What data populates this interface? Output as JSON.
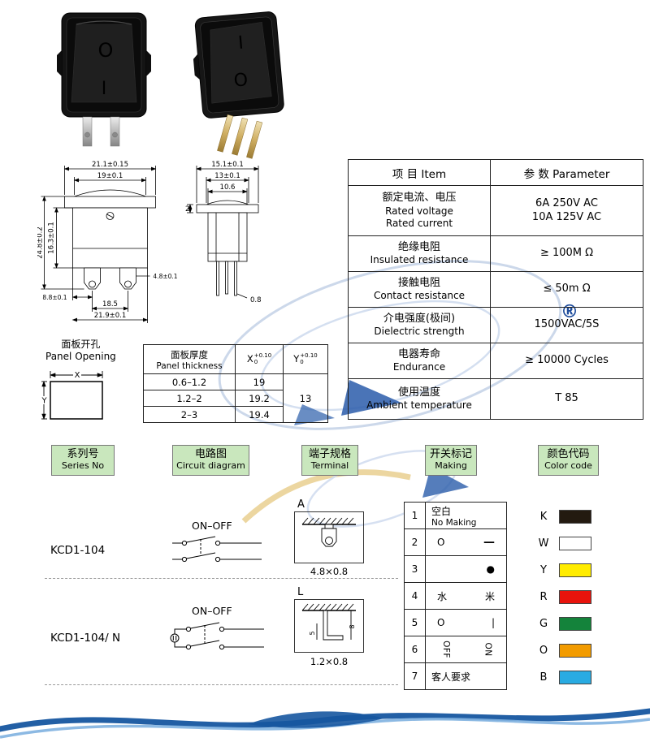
{
  "photos": {
    "switch1": {
      "top_mark": "O",
      "bottom_mark": "I"
    },
    "switch2": {
      "top_mark": "I",
      "bottom_mark": "O"
    }
  },
  "dims": {
    "front": {
      "w1": "21.1±0.15",
      "w2": "19±0.1",
      "h_inner": "16.3±0.1",
      "h_outer": "24.8±0.2",
      "tab": "4.8±0.1",
      "b1": "8.8±0.1",
      "b2": "18.5",
      "b3": "21.9±0.1"
    },
    "side": {
      "w1": "15.1±0.1",
      "w2": "13±0.1",
      "w3": "10.6",
      "t": "2",
      "pin": "0.8"
    }
  },
  "panel_opening": {
    "cn": "面板开孔",
    "en": "Panel Opening",
    "x_label": "X",
    "y_label": "Y"
  },
  "panel_table": {
    "header_cn": "面板厚度",
    "header_en": "Panel thickness",
    "x_label": "X",
    "y_label": "Y",
    "tol_sup": "+0.10",
    "tol_sub": "0",
    "rows": [
      {
        "t": "0.6–1.2",
        "x": "19"
      },
      {
        "t": "1.2–2",
        "x": "19.2"
      },
      {
        "t": "2–3",
        "x": "19.4"
      }
    ],
    "y_value": "13"
  },
  "spec_table": {
    "header_item": "项 目  Item",
    "header_param": "参 数  Parameter",
    "rows": [
      {
        "cn": "额定电流、电压",
        "en1": "Rated voltage",
        "en2": "Rated current",
        "p1": "6A   250V AC",
        "p2": "10A 125V AC"
      },
      {
        "cn": "绝缘电阻",
        "en1": "Insulated resistance",
        "p1": "≥ 100M Ω"
      },
      {
        "cn": "接触电阻",
        "en1": "Contact resistance",
        "p1": "≤ 50m Ω"
      },
      {
        "cn": "介电强度(极间)",
        "en1": "Dielectric strength",
        "p1": "1500VAC/5S"
      },
      {
        "cn": "电器寿命",
        "en1": "Endurance",
        "p1": "≥ 10000 Cycles"
      },
      {
        "cn": "使用温度",
        "en1": "Ambient temperature",
        "p1": "T 85"
      }
    ]
  },
  "registered_mark": "®",
  "section_headers": [
    {
      "cn": "系列号",
      "en": "Series No"
    },
    {
      "cn": "电路图",
      "en": "Circuit diagram"
    },
    {
      "cn": "端子规格",
      "en": "Terminal"
    },
    {
      "cn": "开关标记",
      "en": "Making"
    },
    {
      "cn": "颜色代码",
      "en": "Color code"
    }
  ],
  "series": [
    {
      "name": "KCD1-104",
      "circuit": "ON–OFF"
    },
    {
      "name": "KCD1-104/ N",
      "circuit": "ON–OFF"
    }
  ],
  "terminal": {
    "a_label": "A",
    "a_dim": "4.8×0.8",
    "l_label": "L",
    "l_dim": "1.2×0.8",
    "l_d1": "5",
    "l_d2": "8"
  },
  "making": {
    "rows": [
      {
        "no": "1",
        "main": "空白",
        "sub": "No Making"
      },
      {
        "no": "2",
        "left": "O",
        "right": "—"
      },
      {
        "no": "3",
        "left": "",
        "right": "●"
      },
      {
        "no": "4",
        "left": "水",
        "right": "米"
      },
      {
        "no": "5",
        "left": "O",
        "right": "|"
      },
      {
        "no": "6",
        "left": "OFF",
        "right": "ON"
      },
      {
        "no": "7",
        "main": "客人要求"
      }
    ]
  },
  "color_code": {
    "rows": [
      {
        "letter": "K",
        "hex": "#231a10"
      },
      {
        "letter": "W",
        "hex": "#ffffff"
      },
      {
        "letter": "Y",
        "hex": "#ffec00"
      },
      {
        "letter": "R",
        "hex": "#e8130c"
      },
      {
        "letter": "G",
        "hex": "#14833b"
      },
      {
        "letter": "O",
        "hex": "#f29b00"
      },
      {
        "letter": "B",
        "hex": "#29abe2"
      }
    ]
  },
  "colors": {
    "header_green": "#c9e7bd",
    "wave_dark": "#1656a0",
    "wave_light": "#7fb1e0",
    "watermark_blue": "#c6d4e8",
    "watermark_yellow": "#e9cf8f",
    "accent_blue": "#2a5caa"
  }
}
